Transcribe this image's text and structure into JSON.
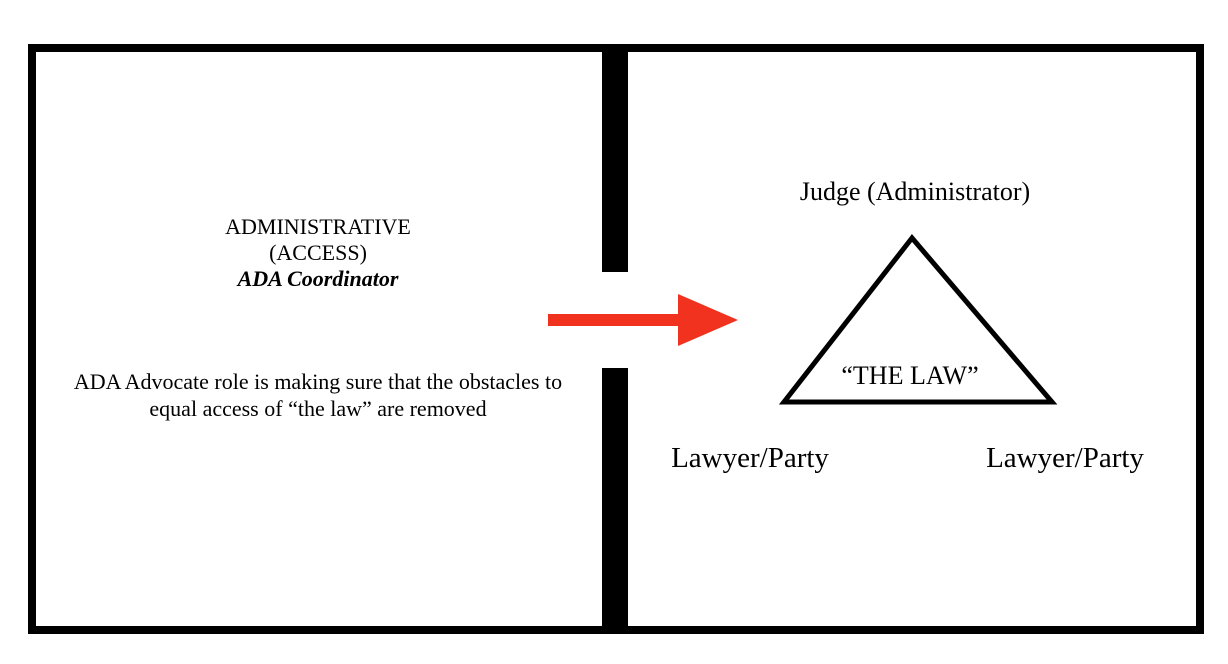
{
  "left_panel": {
    "heading_line1": "ADMINISTRATIVE",
    "heading_line2": "(ACCESS)",
    "heading_line3": "ADA Coordinator",
    "description": "ADA Advocate role is making sure that the obstacles to equal access of “the law” are removed"
  },
  "right_panel": {
    "top_label": "Judge (Administrator)",
    "center_label": "“THE LAW”",
    "bottom_left_label": "Lawyer/Party",
    "bottom_right_label": "Lawyer/Party"
  },
  "colors": {
    "arrow": "#f0321e",
    "lines": "#000000",
    "background": "#ffffff"
  },
  "icons": {
    "arrow": "right-arrow-icon"
  }
}
